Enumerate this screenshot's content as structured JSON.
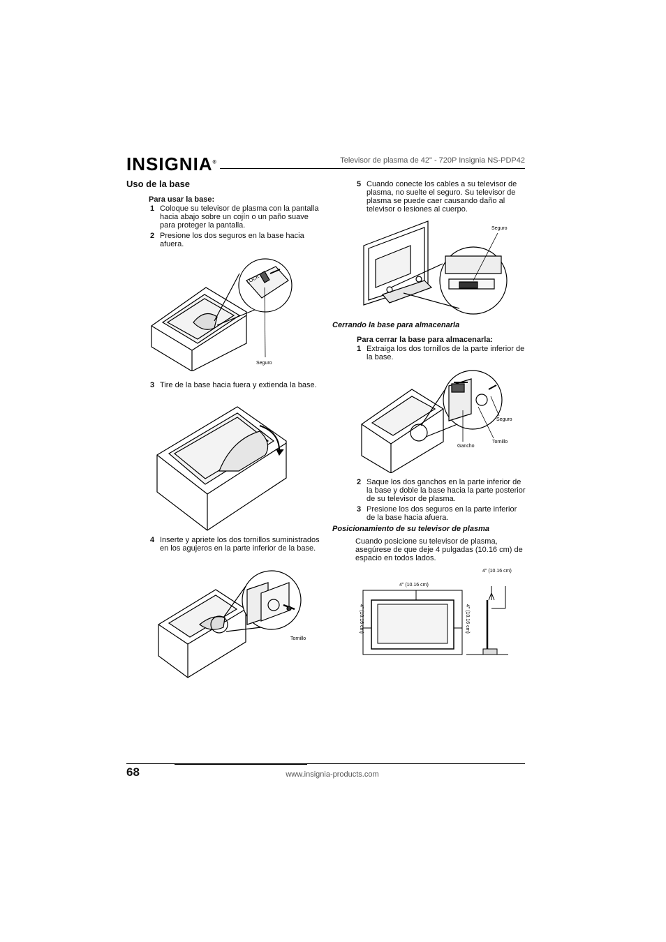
{
  "header": {
    "logo_text": "INSIGNIA",
    "logo_reg": "®",
    "title": "Televisor de plasma de 42\" - 720P Insignia NS-PDP42"
  },
  "section_title": "Uso de la base",
  "left": {
    "subhead": "Para usar la base:",
    "steps": [
      {
        "num": "1",
        "text": "Coloque su televisor de plasma con la pantalla hacia abajo sobre un cojín o un paño suave para proteger la pantalla."
      },
      {
        "num": "2",
        "text": "Presione los dos seguros en la base hacia afuera."
      },
      {
        "num": "3",
        "text": "Tire de la base hacia fuera y extienda la base."
      },
      {
        "num": "4",
        "text": "Inserte y apriete los dos tornillos suministrados en los agujeros en la parte inferior de la base."
      }
    ],
    "fig1_labels": {
      "seguro": "Seguro",
      "lock": "LOCK"
    },
    "fig3_labels": {
      "tornillo": "Tornillo"
    }
  },
  "right": {
    "steps_top": [
      {
        "num": "5",
        "text": "Cuando conecte los cables a su televisor de plasma, no suelte el seguro. Su televisor de plasma se puede caer causando daño al televisor o lesiones al cuerpo."
      }
    ],
    "fig4_labels": {
      "seguro": "Seguro"
    },
    "subhead_closing": "Cerrando la base para almacenarla",
    "subhead_closing_steps": "Para cerrar la base para almacenarla:",
    "closing_steps": [
      {
        "num": "1",
        "text": "Extraiga los dos tornillos de la parte inferior de la base."
      },
      {
        "num": "2",
        "text": "Saque los dos ganchos en la parte inferior de la base y doble la base hacia la parte posterior de su televisor de plasma."
      },
      {
        "num": "3",
        "text": "Presione los dos seguros en la parte inferior de la base hacia afuera."
      }
    ],
    "fig5_labels": {
      "seguro": "Seguro",
      "gancho": "Gancho",
      "tornillo": "Tornillo"
    },
    "subhead_position": "Posicionamiento de su televisor de plasma",
    "position_text": "Cuando posicione su televisor de plasma, asegúrese de que deje 4 pulgadas (10.16 cm) de espacio en todos lados.",
    "fig6_labels": {
      "top": "4\" (10.16 cm)",
      "left": "4\" (10.16 cm)",
      "right": "4\" (10.16 cm)",
      "side": "4\" (10.16 cm)"
    }
  },
  "footer": {
    "page_number": "68",
    "url": "www.insignia-products.com"
  }
}
